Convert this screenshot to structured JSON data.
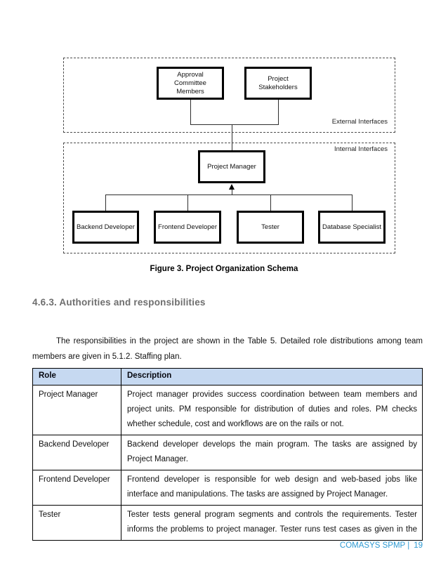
{
  "diagram": {
    "external_label": "External Interfaces",
    "internal_label": "Internal Interfaces",
    "nodes": {
      "approval": "Approval Committee Members",
      "stakeholders": "Project Stakeholders",
      "pm": "Project Manager",
      "backend": "Backend Developer",
      "frontend": "Frontend Developer",
      "tester": "Tester",
      "database": "Database Specialist"
    }
  },
  "caption": "Figure 3. Project Organization Schema",
  "section": {
    "heading": "4.6.3. Authorities and responsibilities",
    "paragraph": "The responsibilities in the project are shown in the Table 5. Detailed role distributions among team members are given in 5.1.2. Staffing plan."
  },
  "table": {
    "header_bg": "#c6d9f1",
    "headers": [
      "Role",
      "Description"
    ],
    "rows": [
      {
        "role": "Project Manager",
        "description": "Project manager provides success coordination between team members and project units. PM responsible for distribution of duties and roles. PM checks whether schedule, cost and workflows are on the rails or not."
      },
      {
        "role": "Backend Developer",
        "description": "Backend developer develops the main program. The tasks are assigned by Project Manager."
      },
      {
        "role": "Frontend Developer",
        "description": "Frontend developer is responsible for web design and web-based jobs like interface and manipulations. The tasks are assigned by Project Manager."
      },
      {
        "role": "Tester",
        "description": "Tester tests general program segments and controls the requirements. Tester informs the problems to project manager. Tester runs test cases as given in the"
      }
    ]
  },
  "footer": {
    "text": "COMASYS SPMP |",
    "page": "19",
    "color": "#2e9ad2"
  }
}
